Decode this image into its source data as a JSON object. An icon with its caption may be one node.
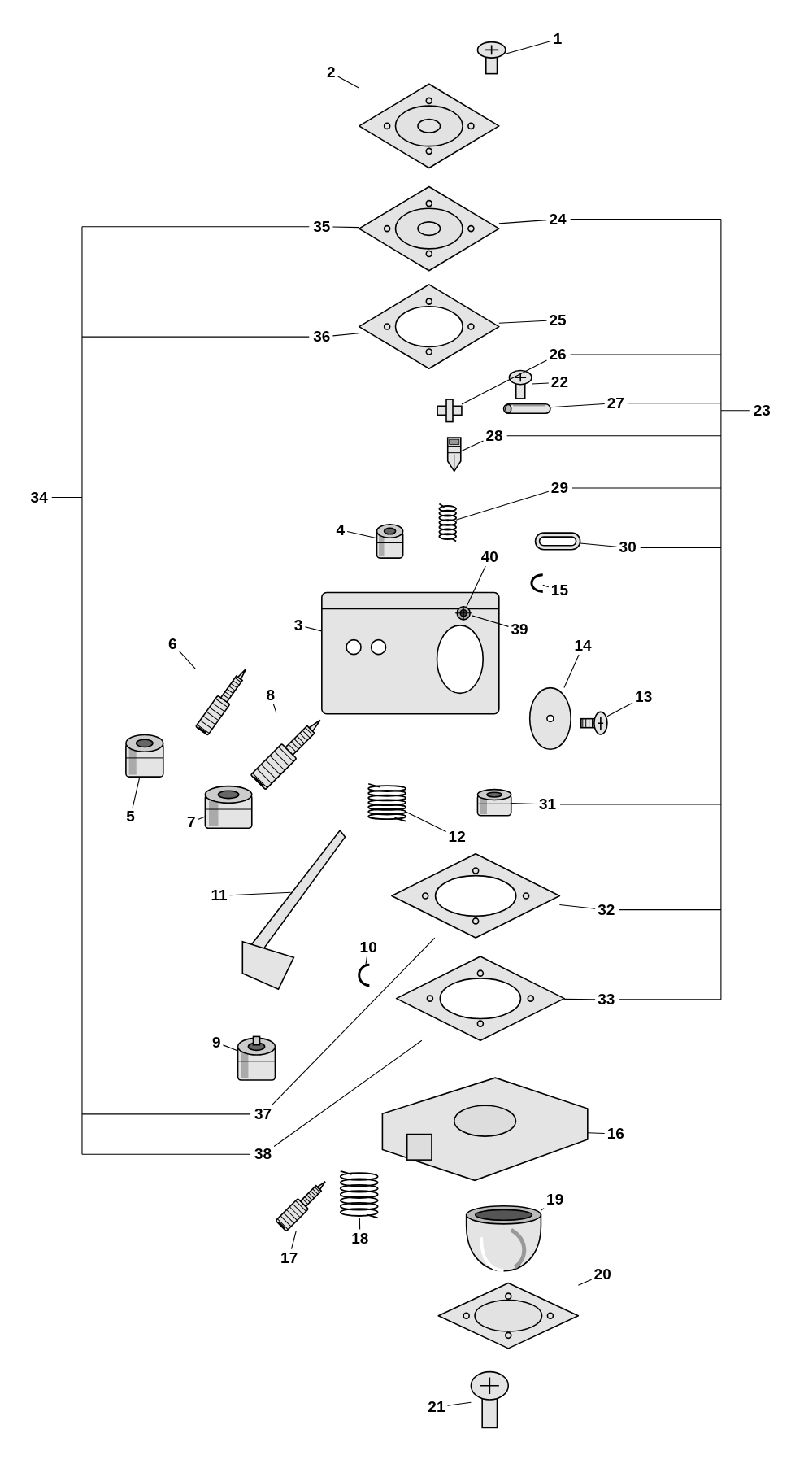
{
  "diagram": {
    "nodes": [
      {
        "text": [
          "1"
        ]
      },
      {
        "text": [
          "2"
        ]
      },
      {
        "text": [
          "35"
        ]
      },
      {
        "text": [
          "24"
        ]
      },
      {
        "text": [
          "36"
        ]
      },
      {
        "text": [
          "25"
        ]
      },
      {
        "text": [
          "26"
        ]
      },
      {
        "text": [
          "22"
        ]
      },
      {
        "text": [
          "27"
        ]
      },
      {
        "text": [
          "28"
        ]
      },
      {
        "text": [
          "29"
        ]
      },
      {
        "text": [
          "4"
        ]
      },
      {
        "text": [
          "30"
        ]
      },
      {
        "text": [
          "40"
        ]
      },
      {
        "text": [
          "15"
        ]
      },
      {
        "text": [
          "3"
        ]
      },
      {
        "text": [
          "39"
        ]
      },
      {
        "text": [
          "14"
        ]
      },
      {
        "text": [
          "6"
        ]
      },
      {
        "text": [
          "13"
        ]
      },
      {
        "text": [
          "8"
        ]
      },
      {
        "text": [
          "31"
        ]
      },
      {
        "text": [
          "5"
        ]
      },
      {
        "text": [
          "7"
        ]
      },
      {
        "text": [
          "12"
        ]
      },
      {
        "text": [
          "11"
        ]
      },
      {
        "text": [
          "32"
        ]
      },
      {
        "text": [
          "10"
        ]
      },
      {
        "text": [
          "33"
        ]
      },
      {
        "text": [
          "9"
        ]
      },
      {
        "text": [
          "37"
        ]
      },
      {
        "text": [
          "16"
        ]
      },
      {
        "text": [
          "38"
        ]
      },
      {
        "text": [
          "19"
        ]
      },
      {
        "text": [
          "18"
        ]
      },
      {
        "text": [
          "17"
        ]
      },
      {
        "text": [
          "20"
        ]
      },
      {
        "text": [
          "21"
        ]
      },
      {
        "text": [],
        "shape": "picture"
      },
      {
        "text": [],
        "shape": "picture"
      },
      {
        "text": [],
        "shape": "picture"
      },
      {
        "text": [],
        "shape": "picture"
      },
      {
        "text": [],
        "shape": "picture"
      },
      {
        "text": [],
        "shape": "picture"
      },
      {
        "text": [],
        "shape": "picture"
      },
      {
        "text": [],
        "shape": "picture"
      },
      {
        "text": [],
        "shape": "picture"
      },
      {
        "text": [],
        "shape": "picture"
      },
      {
        "text": [],
        "shape": "picture"
      },
      {
        "text": [],
        "shape": "picture"
      },
      {
        "text": [],
        "shape": "picture"
      },
      {
        "text": [],
        "shape": "picture",
        "in": 50
      },
      {
        "text": [],
        "shape": "picture"
      },
      {
        "text": [],
        "shape": "picture"
      },
      {
        "text": [],
        "shape": "picture"
      },
      {
        "text": [],
        "shape": "picture"
      },
      {
        "text": [],
        "shape": "picture"
      },
      {
        "text": [],
        "shape": "picture"
      },
      {
        "text": [],
        "shape": "picture"
      },
      {
        "text": [],
        "shape": "picture"
      },
      {
        "text": [],
        "shape": "picture"
      },
      {
        "text": [],
        "shape": "picture"
      },
      {
        "text": [],
        "shape": "picture"
      },
      {
        "text": [],
        "shape": "picture"
      },
      {
        "text": [],
        "shape": "picture"
      },
      {
        "text": [],
        "shape": "picture"
      },
      {
        "text": [],
        "shape": "picture"
      },
      {
        "text": [],
        "shape": "picture"
      },
      {
        "text": [],
        "shape": "picture"
      },
      {
        "text": [],
        "shape": "picture"
      },
      {
        "text": [],
        "shape": "picture"
      }
    ],
    "edges": [
      {
        "from": 0,
        "to": 38,
        "arrow": "none"
      },
      {
        "from": 1,
        "to": 39,
        "arrow": "none"
      },
      {
        "from": 2,
        "to": 40,
        "arrow": "none"
      },
      {
        "from": 3,
        "to": 40,
        "arrow": "none"
      },
      {
        "from": 4,
        "to": 41,
        "arrow": "none"
      },
      {
        "from": 5,
        "to": 41,
        "arrow": "none"
      },
      {
        "from": 6,
        "to": 43,
        "arrow": "none"
      },
      {
        "from": 7,
        "to": 42,
        "arrow": "none"
      },
      {
        "from": 8,
        "to": 44,
        "arrow": "none"
      },
      {
        "from": 9,
        "to": 45,
        "arrow": "none"
      },
      {
        "from": 10,
        "to": 46,
        "arrow": "none"
      },
      {
        "from": 11,
        "to": 48,
        "arrow": "none"
      },
      {
        "from": 12,
        "to": 47,
        "arrow": "none"
      },
      {
        "from": 13,
        "to": 51,
        "arrow": "none"
      },
      {
        "from": 14,
        "to": 49,
        "arrow": "none"
      },
      {
        "from": 15,
        "to": 50,
        "arrow": "none"
      },
      {
        "from": 16,
        "to": 51,
        "arrow": "none"
      },
      {
        "from": 17,
        "to": 52,
        "arrow": "none"
      },
      {
        "from": 18,
        "to": 53,
        "arrow": "none"
      },
      {
        "from": 19,
        "to": 54,
        "arrow": "none"
      },
      {
        "from": 20,
        "to": 55,
        "arrow": "none"
      },
      {
        "from": 21,
        "to": 57,
        "arrow": "none"
      },
      {
        "from": 22,
        "to": 56,
        "arrow": "none"
      },
      {
        "from": 23,
        "to": 59,
        "arrow": "none"
      },
      {
        "from": 24,
        "to": 58,
        "arrow": "none"
      },
      {
        "from": 25,
        "to": 60,
        "arrow": "none"
      },
      {
        "from": 26,
        "to": 61,
        "arrow": "none"
      },
      {
        "from": 27,
        "to": 62,
        "arrow": "none"
      },
      {
        "from": 28,
        "to": 63,
        "arrow": "none"
      },
      {
        "from": 29,
        "to": 64,
        "arrow": "none"
      },
      {
        "from": 30,
        "to": 61,
        "arrow": "none"
      },
      {
        "from": 31,
        "to": 65,
        "arrow": "none"
      },
      {
        "from": 32,
        "to": 63,
        "arrow": "none"
      },
      {
        "from": 33,
        "to": 68,
        "arrow": "none"
      },
      {
        "from": 34,
        "to": 66,
        "arrow": "none"
      },
      {
        "from": 35,
        "to": 67,
        "arrow": "none"
      },
      {
        "from": 36,
        "to": 69,
        "arrow": "none"
      },
      {
        "from": 37,
        "to": 70,
        "arrow": "none"
      }
    ],
    "labels": [
      "23",
      "34"
    ]
  }
}
